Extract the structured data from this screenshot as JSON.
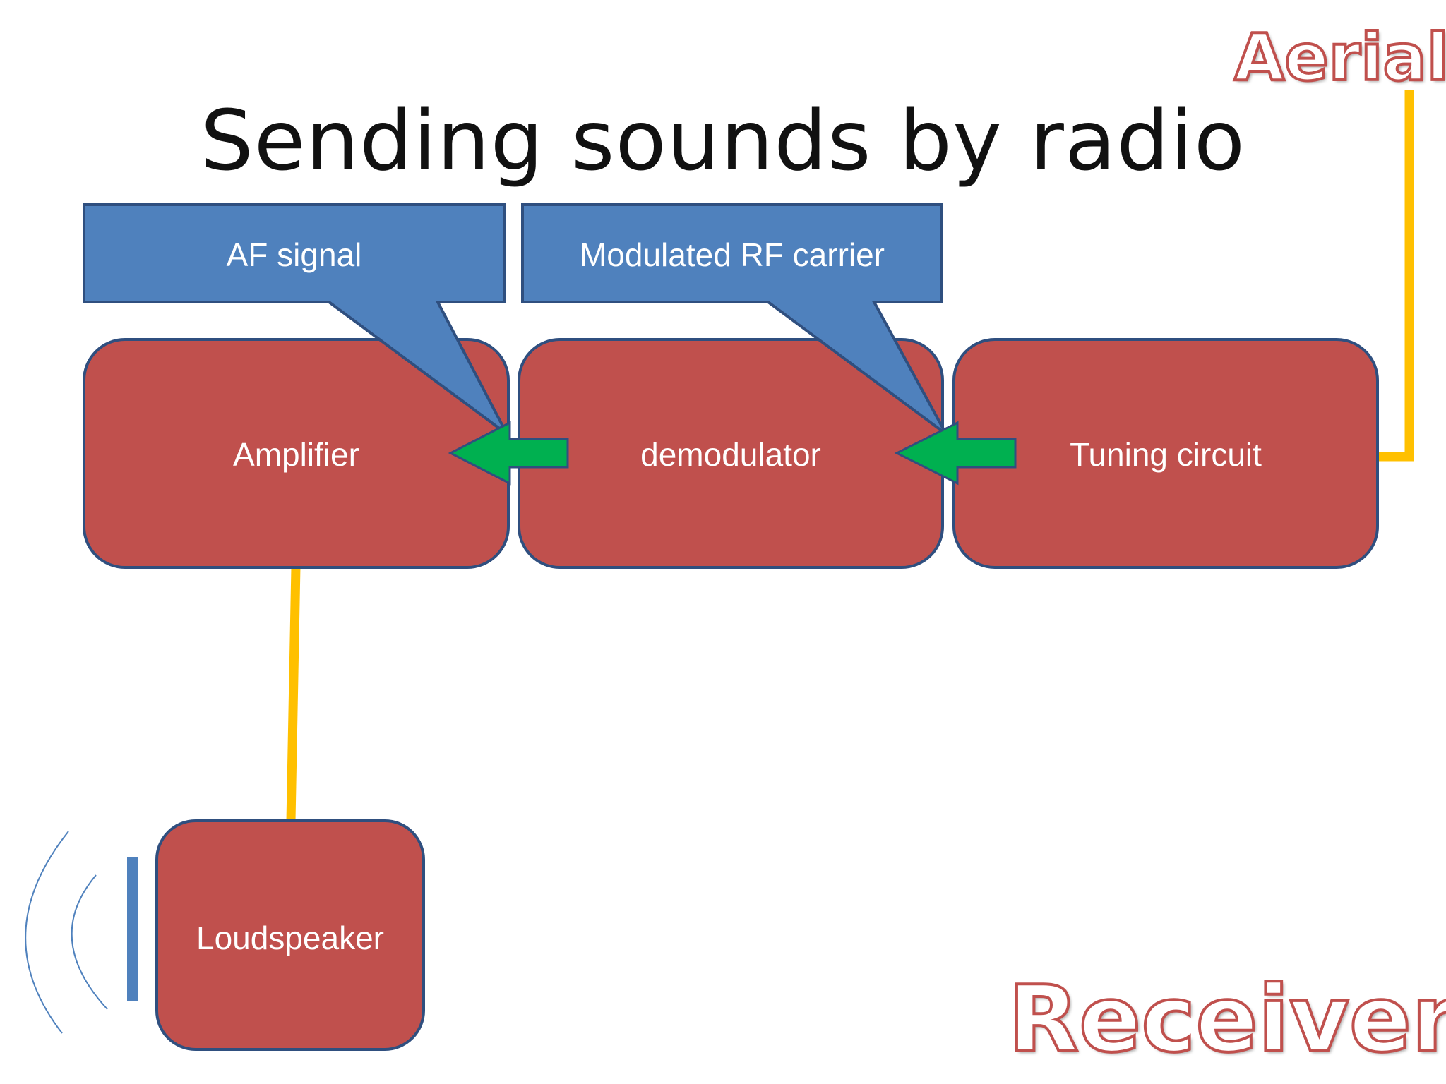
{
  "title": "Sending sounds by radio",
  "callouts": {
    "af_signal": "AF signal",
    "modulated_rf": "Modulated RF carrier"
  },
  "blocks": {
    "amplifier": "Amplifier",
    "demodulator": "demodulator",
    "tuning_circuit": "Tuning circuit",
    "loudspeaker": "Loudspeaker"
  },
  "labels": {
    "aerial": "Aerial",
    "receiver": "Receiver"
  },
  "colors": {
    "block_fill": "#c0504d",
    "block_stroke": "#2f4f7f",
    "callout_fill": "#4f81bd",
    "arrow_fill": "#00b050",
    "wire": "#ffc000"
  }
}
